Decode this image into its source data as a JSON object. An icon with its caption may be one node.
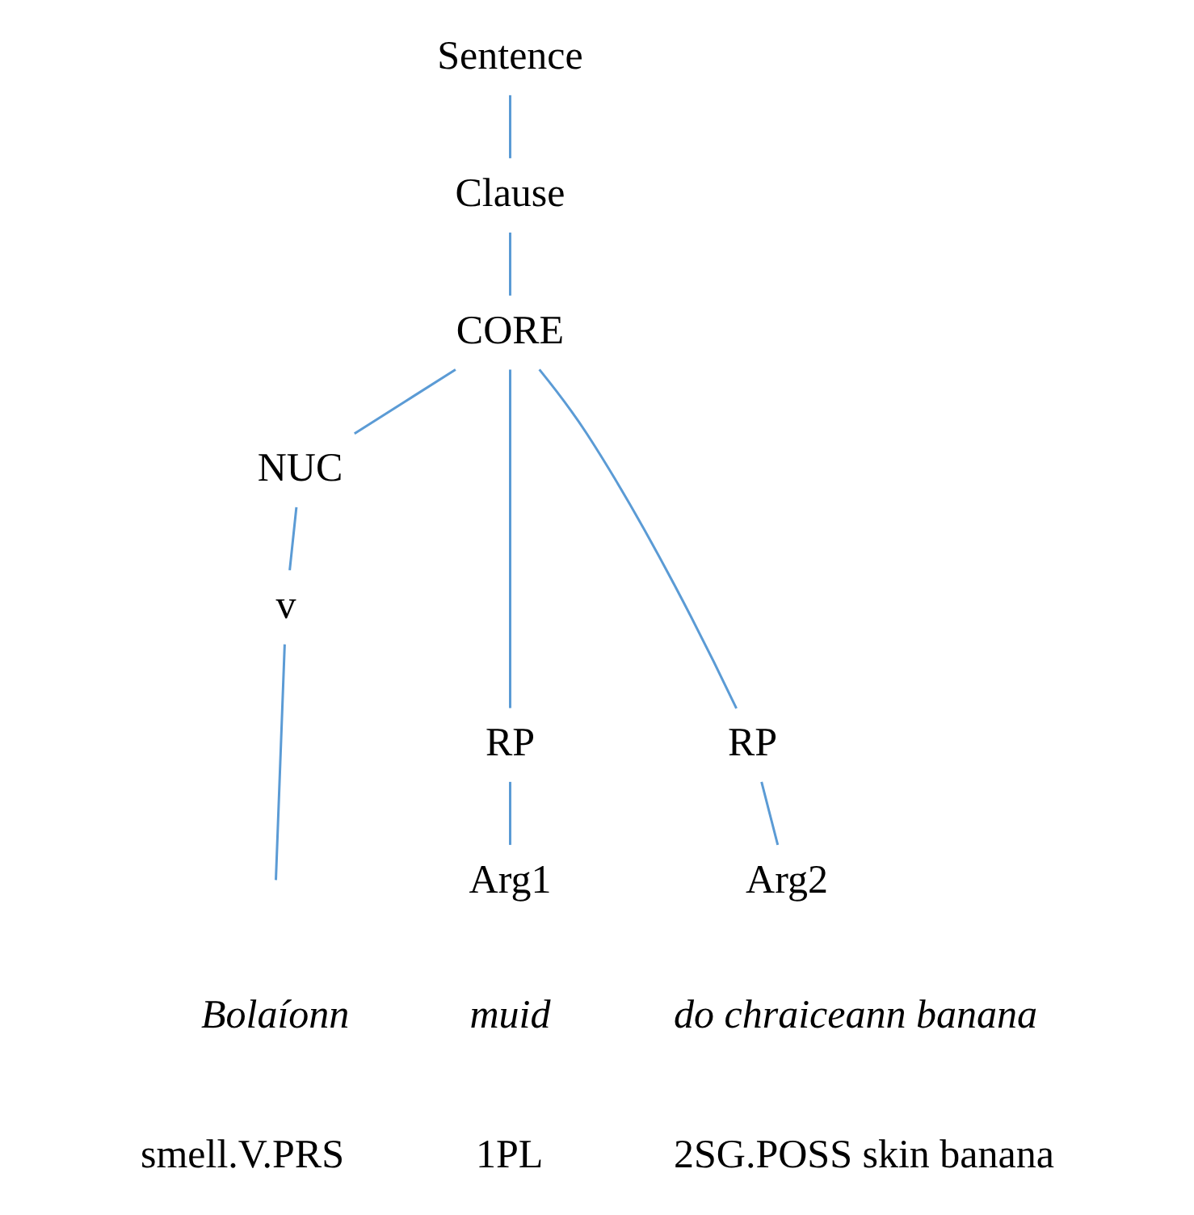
{
  "diagram": {
    "nodes": [
      {
        "text": [
          "Sentence"
        ]
      },
      {
        "text": [
          "Clause"
        ]
      },
      {
        "text": [
          "CORE"
        ]
      },
      {
        "text": [
          "NUC"
        ]
      },
      {
        "text": [
          "v"
        ]
      },
      {
        "text": [
          "RP"
        ]
      },
      {
        "text": [
          "RP"
        ]
      },
      {
        "text": [
          "Arg1"
        ]
      },
      {
        "text": [
          "Arg2"
        ]
      }
    ],
    "edges": [
      {
        "from": 0,
        "to": 1,
        "arrow": "none"
      },
      {
        "from": 1,
        "to": 2,
        "arrow": "none"
      },
      {
        "from": 2,
        "to": 3,
        "arrow": "none"
      },
      {
        "from": 2,
        "to": 5,
        "arrow": "none"
      },
      {
        "from": 2,
        "to": 6,
        "arrow": "none"
      },
      {
        "from": 3,
        "to": 4,
        "arrow": "none"
      },
      {
        "from": 4,
        "to": null,
        "arrow": "none"
      },
      {
        "from": 5,
        "to": 7,
        "arrow": "none"
      },
      {
        "from": 6,
        "to": 8,
        "arrow": "none"
      }
    ],
    "labels": [
      "Bolaíonn",
      "muid",
      "do chraiceann banana",
      "smell.V.PRS",
      "1PL",
      "2SG.POSS skin banana"
    ]
  }
}
